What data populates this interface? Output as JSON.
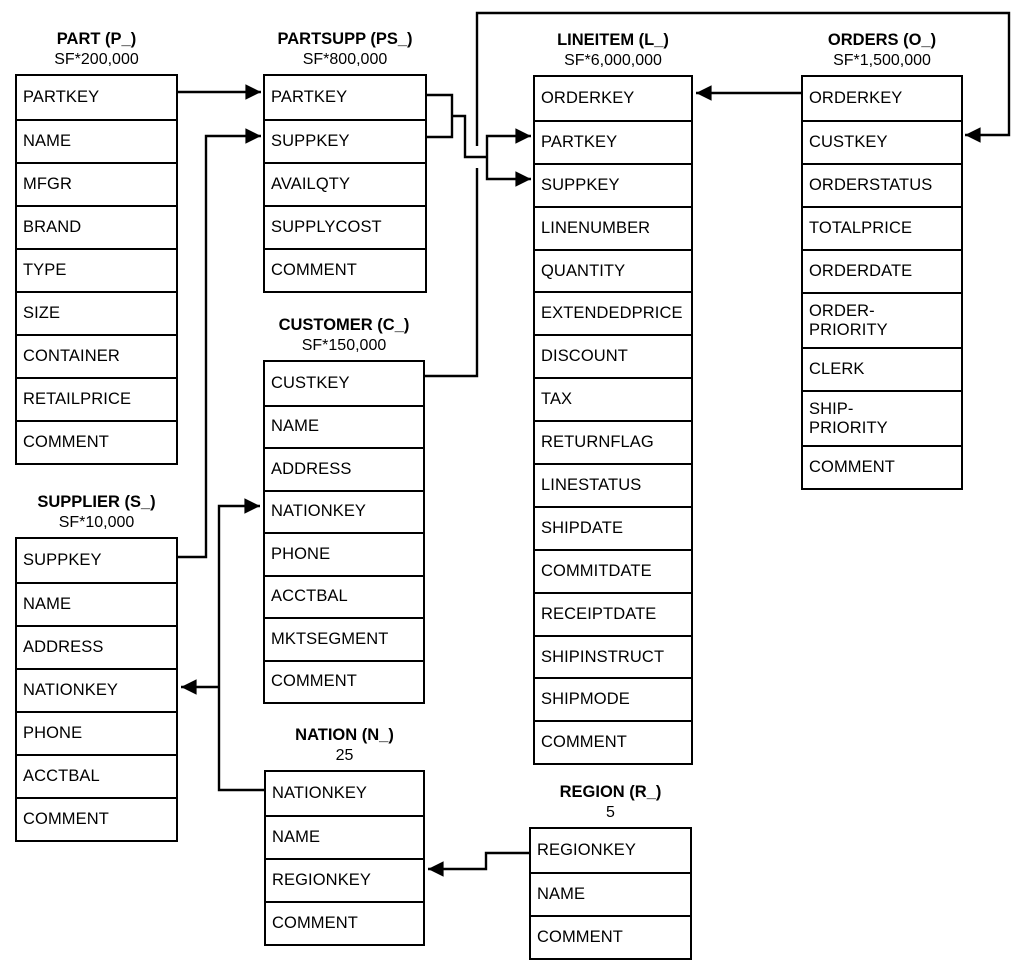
{
  "colors": {
    "background": "#ffffff",
    "foreground": "#000000"
  },
  "tables": [
    {
      "id": "part",
      "title": "PART (P_)",
      "cardinality": "SF*200,000",
      "fields": [
        "PARTKEY",
        "NAME",
        "MFGR",
        "BRAND",
        "TYPE",
        "SIZE",
        "CONTAINER",
        "RETAILPRICE",
        "COMMENT"
      ]
    },
    {
      "id": "partsupp",
      "title": "PARTSUPP (PS_)",
      "cardinality": "SF*800,000",
      "fields": [
        "PARTKEY",
        "SUPPKEY",
        "AVAILQTY",
        "SUPPLYCOST",
        "COMMENT"
      ]
    },
    {
      "id": "lineitem",
      "title": "LINEITEM (L_)",
      "cardinality": "SF*6,000,000",
      "fields": [
        "ORDERKEY",
        "PARTKEY",
        "SUPPKEY",
        "LINENUMBER",
        "QUANTITY",
        "EXTENDEDPRICE",
        "DISCOUNT",
        "TAX",
        "RETURNFLAG",
        "LINESTATUS",
        "SHIPDATE",
        "COMMITDATE",
        "RECEIPTDATE",
        "SHIPINSTRUCT",
        "SHIPMODE",
        "COMMENT"
      ]
    },
    {
      "id": "orders",
      "title": "ORDERS (O_)",
      "cardinality": "SF*1,500,000",
      "fields": [
        "ORDERKEY",
        "CUSTKEY",
        "ORDERSTATUS",
        "TOTALPRICE",
        "ORDERDATE",
        "ORDER-\nPRIORITY",
        "CLERK",
        "SHIP-\nPRIORITY",
        "COMMENT"
      ]
    },
    {
      "id": "customer",
      "title": "CUSTOMER (C_)",
      "cardinality": "SF*150,000",
      "fields": [
        "CUSTKEY",
        "NAME",
        "ADDRESS",
        "NATIONKEY",
        "PHONE",
        "ACCTBAL",
        "MKTSEGMENT",
        "COMMENT"
      ]
    },
    {
      "id": "supplier",
      "title": "SUPPLIER (S_)",
      "cardinality": "SF*10,000",
      "fields": [
        "SUPPKEY",
        "NAME",
        "ADDRESS",
        "NATIONKEY",
        "PHONE",
        "ACCTBAL",
        "COMMENT"
      ]
    },
    {
      "id": "nation",
      "title": "NATION (N_)",
      "cardinality": "25",
      "fields": [
        "NATIONKEY",
        "NAME",
        "REGIONKEY",
        "COMMENT"
      ]
    },
    {
      "id": "region",
      "title": "REGION (R_)",
      "cardinality": "5",
      "fields": [
        "REGIONKEY",
        "NAME",
        "COMMENT"
      ]
    }
  ],
  "relationships": [
    {
      "from": "PART.PARTKEY",
      "to": "PARTSUPP.PARTKEY"
    },
    {
      "from": "SUPPLIER.SUPPKEY",
      "to": "PARTSUPP.SUPPKEY"
    },
    {
      "from": "PARTSUPP.PARTKEY",
      "to": "LINEITEM.PARTKEY"
    },
    {
      "from": "PARTSUPP.SUPPKEY",
      "to": "LINEITEM.SUPPKEY"
    },
    {
      "from": "ORDERS.ORDERKEY",
      "to": "LINEITEM.ORDERKEY"
    },
    {
      "from": "CUSTOMER.CUSTKEY",
      "to": "ORDERS.CUSTKEY"
    },
    {
      "from": "NATION.NATIONKEY",
      "to": "CUSTOMER.NATIONKEY"
    },
    {
      "from": "NATION.NATIONKEY",
      "to": "SUPPLIER.NATIONKEY"
    },
    {
      "from": "REGION.REGIONKEY",
      "to": "NATION.REGIONKEY"
    }
  ]
}
